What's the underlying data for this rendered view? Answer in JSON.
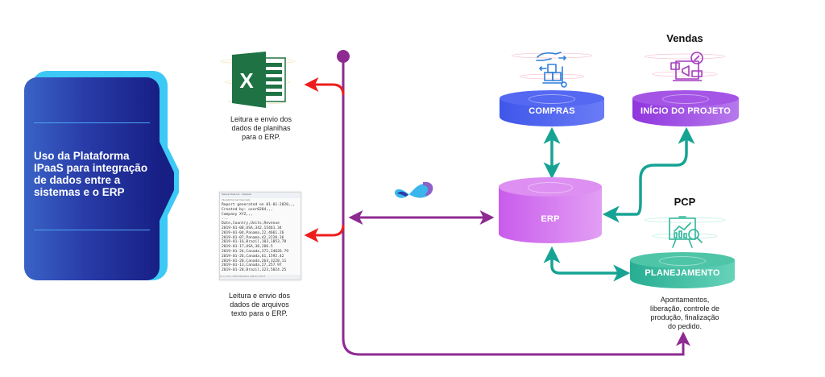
{
  "title_card": {
    "text_lines": [
      "Uso da Plataforma",
      "IPaaS para integração",
      "de dados entre a",
      "sistemas e o ERP"
    ]
  },
  "sources": {
    "spreadsheet": {
      "icon": "excel-icon",
      "caption_lines": [
        "Leitura e envio dos",
        "dados de planihas",
        "para o ERP."
      ]
    },
    "text_file": {
      "icon": "notepad-icon",
      "window_title": "Sample Data.csv - Notepad",
      "menu": "File  Edit  Format  View  Help",
      "content_lines": [
        "Report generated on 01-01-2020,,,",
        "Created by: user0284,,,",
        "Company XYZ,,,",
        "...",
        "Date,Country,Units,Revenue",
        "2019-01-08,USA,342,15461.34",
        "2019-01-04,Panama,22,4661.26",
        "2019-01-07,Panama,42,2220.36",
        "2019-01-16,Brazil,103,1853.78",
        "2019-01-17,USA,38,286.5",
        "2019-01-24,Canada,372,24626.79",
        "2019-01-26,Canada,61,1592.42",
        "2019-01-28,Canada,264,3228.11",
        "2019-01-13,Canada,27,257.97",
        "2019-01-28,Brazil,323,5024.25"
      ],
      "status": "Ln 1, Col 1     100%    Windows (CRLF)    UTF-8",
      "caption_lines": [
        "Leitura e envio dos",
        "dados de arquivos",
        "texto para o ERP."
      ]
    }
  },
  "ipaas_logo": {
    "icon": "infinity-logo-icon"
  },
  "nodes": {
    "compras": {
      "label": "COMPRAS",
      "icon": "purchase-cart-icon",
      "color": "#4a5cf0"
    },
    "vendas": {
      "heading": "Vendas",
      "label": "INÍCIO DO PROJETO",
      "icon": "marketing-sale-icon",
      "color": "#9a3fe0"
    },
    "erp": {
      "label": "ERP",
      "color": "#cf66ef"
    },
    "pcp": {
      "heading": "PCP",
      "label": "PLANEJAMENTO",
      "icon": "analytics-board-icon",
      "color": "#2fb59a",
      "caption_lines": [
        "Apontamentos,",
        "liberação, controle de",
        "produção, finalização",
        "do pedido."
      ]
    }
  },
  "colors": {
    "bus": "#8e2a91",
    "red_arrow": "#ee1c1c",
    "teal_arrow": "#17a394"
  }
}
